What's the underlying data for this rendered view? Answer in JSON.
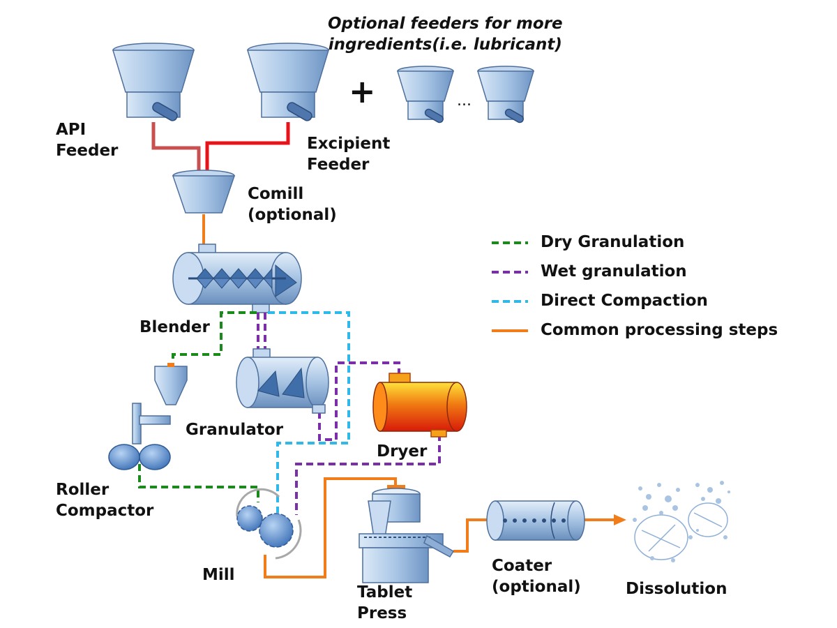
{
  "labels": {
    "api_feeder": [
      "API",
      "Feeder"
    ],
    "excipient_feeder": [
      "Excipient",
      "Feeder"
    ],
    "comill": [
      "Comill",
      "(optional)"
    ],
    "blender": "Blender",
    "granulator": "Granulator",
    "dryer": "Dryer",
    "roller_compactor": [
      "Roller",
      "Compactor"
    ],
    "mill": "Mill",
    "tablet_press": [
      "Tablet",
      "Press"
    ],
    "coater": [
      "Coater",
      "(optional)"
    ],
    "dissolution": "Dissolution"
  },
  "optional_feeders_note": [
    "Optional feeders for more",
    "ingredients(i.e. lubricant)"
  ],
  "plus_sign": "+",
  "ellipsis": "...",
  "legend": [
    {
      "label": "Dry Granulation",
      "color": "#1a8a1a",
      "style": "dashed"
    },
    {
      "label": "Wet granulation",
      "color": "#7a2fa8",
      "style": "dashed"
    },
    {
      "label": "Direct Compaction",
      "color": "#2fb8e8",
      "style": "dashed"
    },
    {
      "label": "Common processing steps",
      "color": "#f07d1a",
      "style": "solid"
    }
  ],
  "colors": {
    "feed_line_api": "#c85050",
    "feed_line_excipient": "#e8131a",
    "equipment_blue": "#a9c6e6",
    "dryer_red": "#e82a0a",
    "dryer_yellow": "#ffd21a"
  }
}
